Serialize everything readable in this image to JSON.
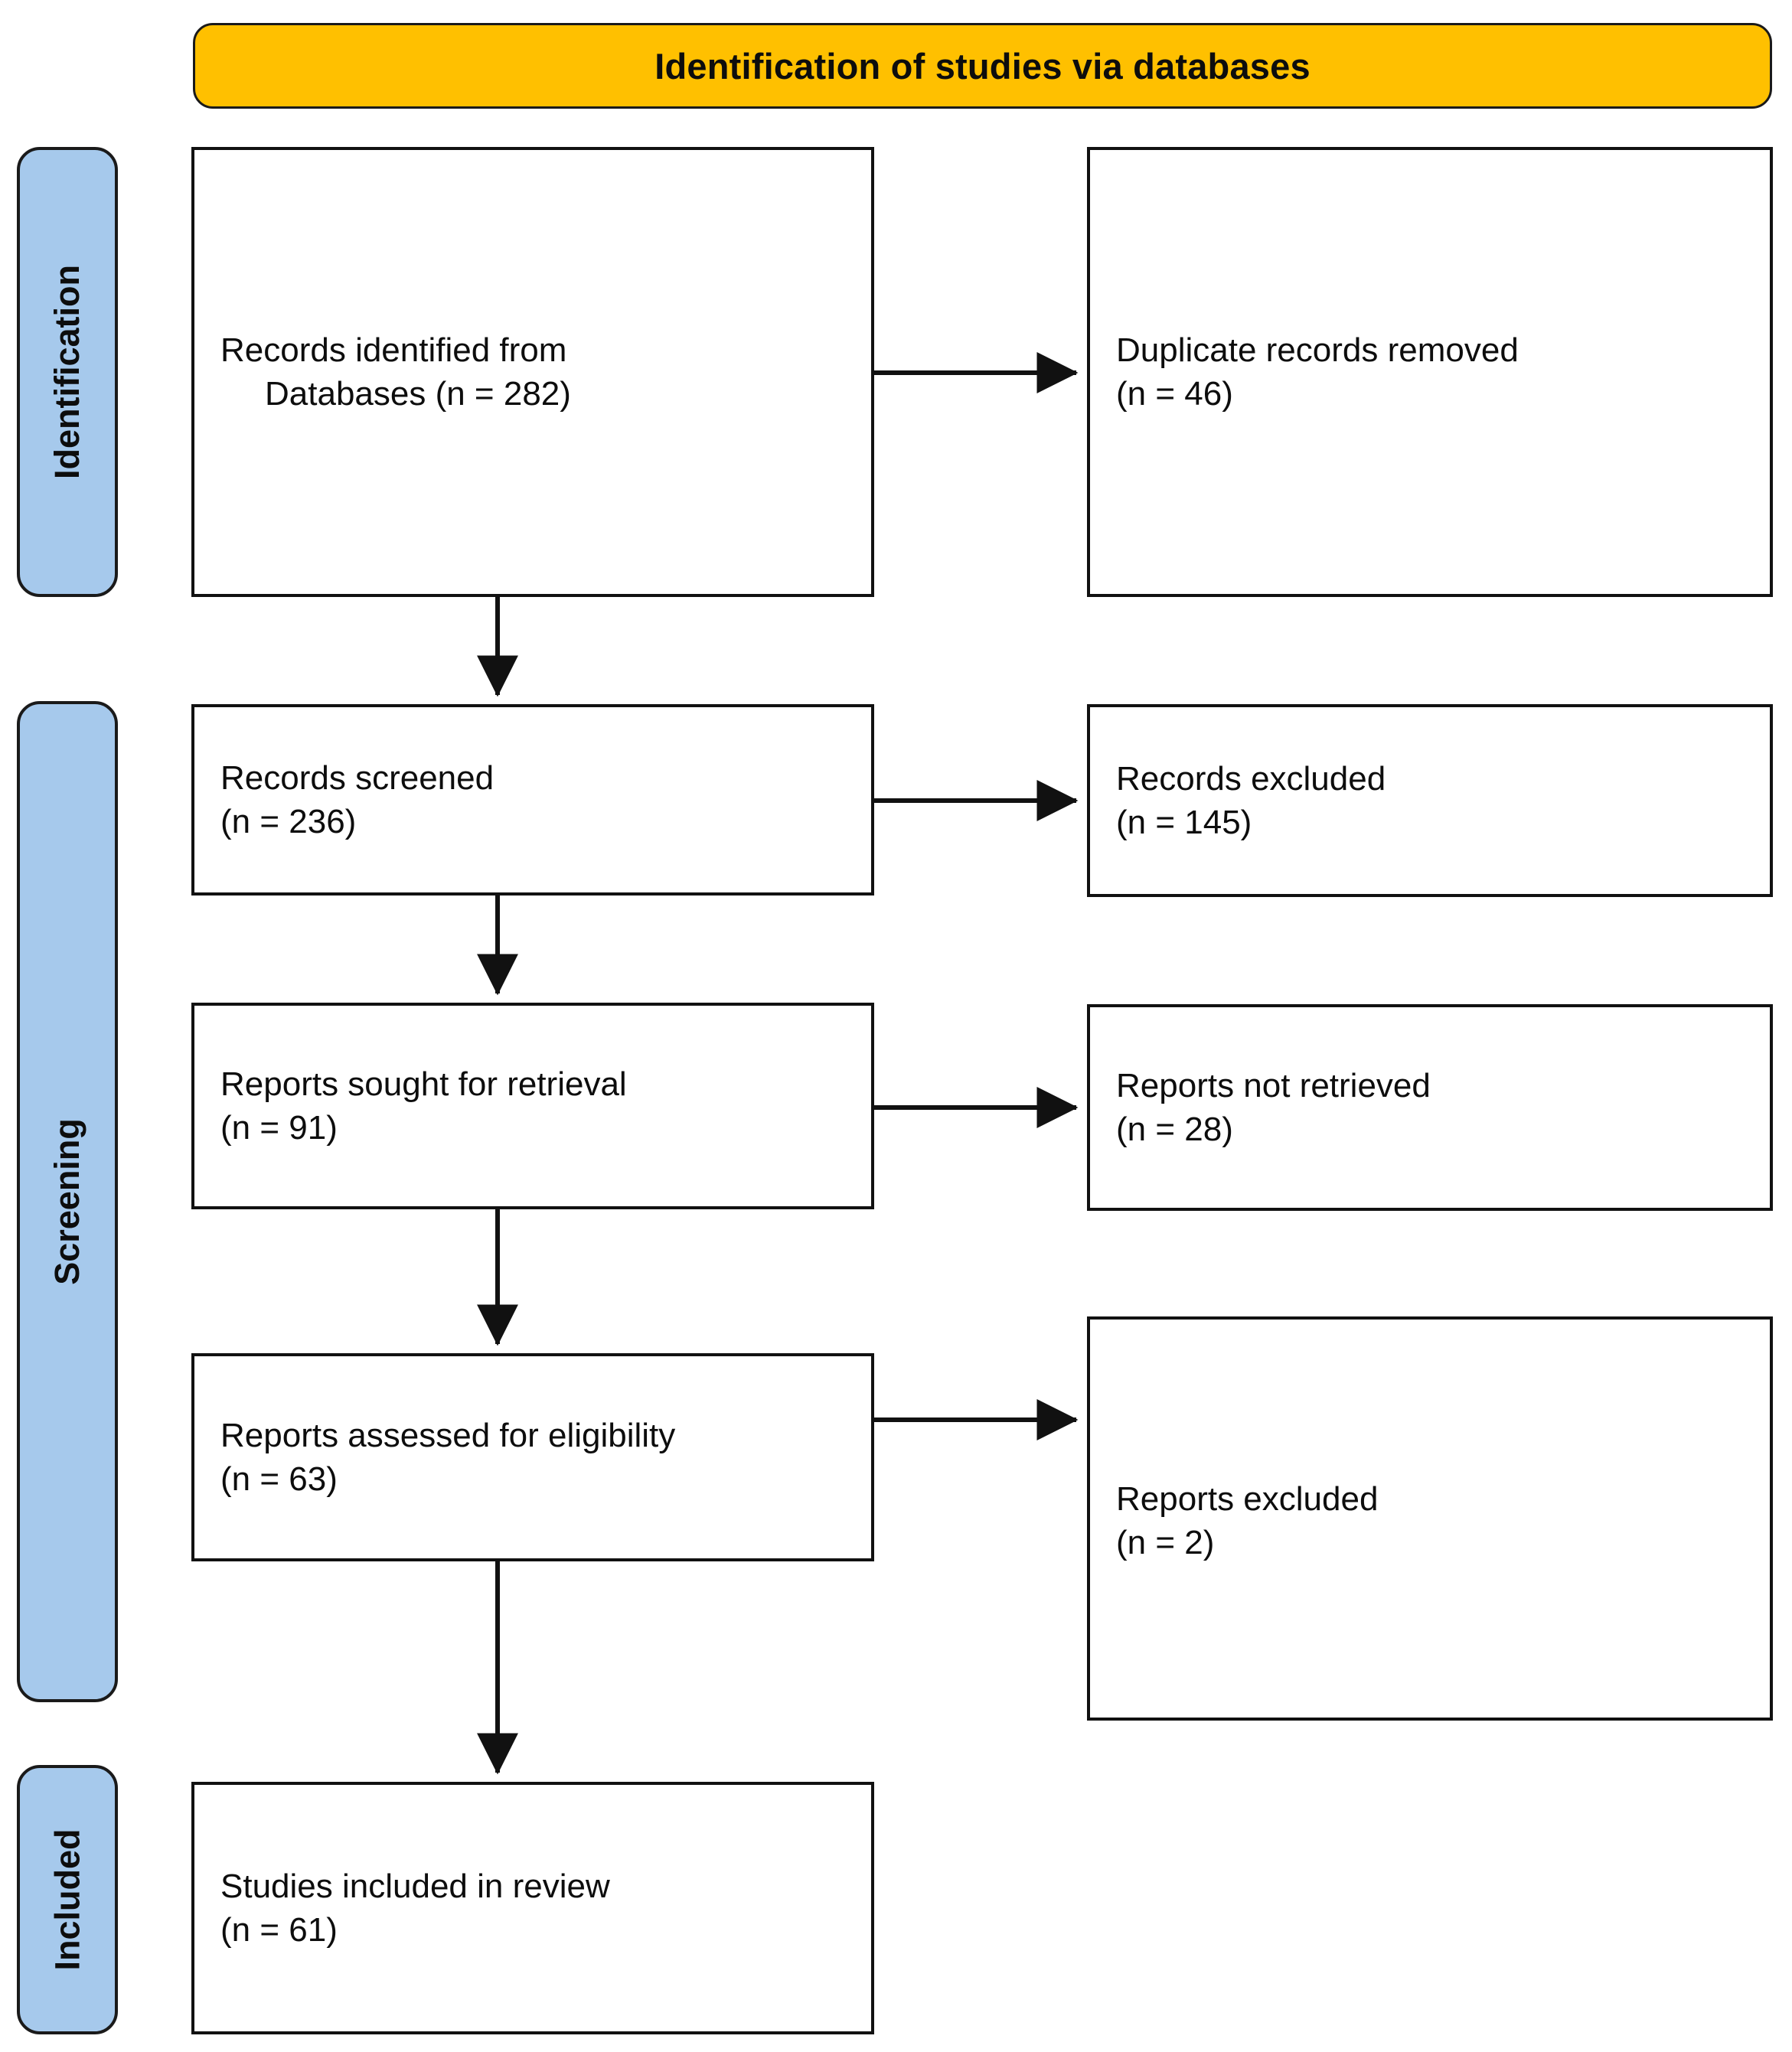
{
  "header": {
    "title": "Identification of studies via databases",
    "background_color": "#FFC000"
  },
  "stages": {
    "identification": "Identification",
    "screening": "Screening",
    "included": "Included",
    "background_color": "#A6C9EC"
  },
  "boxes": {
    "records_identified": {
      "line1": "Records identified from",
      "line2": "Databases (n = 282)",
      "count": 282
    },
    "duplicates_removed": {
      "line1": "Duplicate records removed",
      "line2": "(n = 46)",
      "count": 46
    },
    "records_screened": {
      "line1": "Records screened",
      "line2": "(n = 236)",
      "count": 236
    },
    "records_excluded": {
      "line1": "Records excluded",
      "line2": "(n = 145)",
      "count": 145
    },
    "reports_sought": {
      "line1": "Reports sought for retrieval",
      "line2": "(n = 91)",
      "count": 91
    },
    "reports_not_retrieved": {
      "line1": "Reports not retrieved",
      "line2": "(n = 28)",
      "count": 28
    },
    "reports_assessed": {
      "line1": "Reports assessed for eligibility",
      "line2": "(n = 63)",
      "count": 63
    },
    "reports_excluded": {
      "line1": "Reports excluded",
      "line2": "(n = 2)",
      "count": 2
    },
    "studies_included": {
      "line1": "Studies included in review",
      "line2": "(n = 61)",
      "count": 61
    }
  },
  "chart_data": {
    "type": "diagram",
    "title": "Identification of studies via databases",
    "diagram_kind": "PRISMA flow diagram",
    "stages": [
      "Identification",
      "Screening",
      "Included"
    ],
    "nodes": [
      {
        "id": "records_identified",
        "stage": "Identification",
        "label": "Records identified from Databases",
        "n": 282,
        "column": "left"
      },
      {
        "id": "duplicates_removed",
        "stage": "Identification",
        "label": "Duplicate records removed",
        "n": 46,
        "column": "right"
      },
      {
        "id": "records_screened",
        "stage": "Screening",
        "label": "Records screened",
        "n": 236,
        "column": "left"
      },
      {
        "id": "records_excluded",
        "stage": "Screening",
        "label": "Records excluded",
        "n": 145,
        "column": "right"
      },
      {
        "id": "reports_sought",
        "stage": "Screening",
        "label": "Reports sought for retrieval",
        "n": 91,
        "column": "left"
      },
      {
        "id": "reports_not_retrieved",
        "stage": "Screening",
        "label": "Reports not retrieved",
        "n": 28,
        "column": "right"
      },
      {
        "id": "reports_assessed",
        "stage": "Screening",
        "label": "Reports assessed for eligibility",
        "n": 63,
        "column": "left"
      },
      {
        "id": "reports_excluded",
        "stage": "Screening",
        "label": "Reports excluded",
        "n": 2,
        "column": "right"
      },
      {
        "id": "studies_included",
        "stage": "Included",
        "label": "Studies included in review",
        "n": 61,
        "column": "left"
      }
    ],
    "edges": [
      {
        "from": "records_identified",
        "to": "duplicates_removed",
        "direction": "right"
      },
      {
        "from": "records_identified",
        "to": "records_screened",
        "direction": "down"
      },
      {
        "from": "records_screened",
        "to": "records_excluded",
        "direction": "right"
      },
      {
        "from": "records_screened",
        "to": "reports_sought",
        "direction": "down"
      },
      {
        "from": "reports_sought",
        "to": "reports_not_retrieved",
        "direction": "right"
      },
      {
        "from": "reports_sought",
        "to": "reports_assessed",
        "direction": "down"
      },
      {
        "from": "reports_assessed",
        "to": "reports_excluded",
        "direction": "right"
      },
      {
        "from": "reports_assessed",
        "to": "studies_included",
        "direction": "down"
      }
    ]
  }
}
